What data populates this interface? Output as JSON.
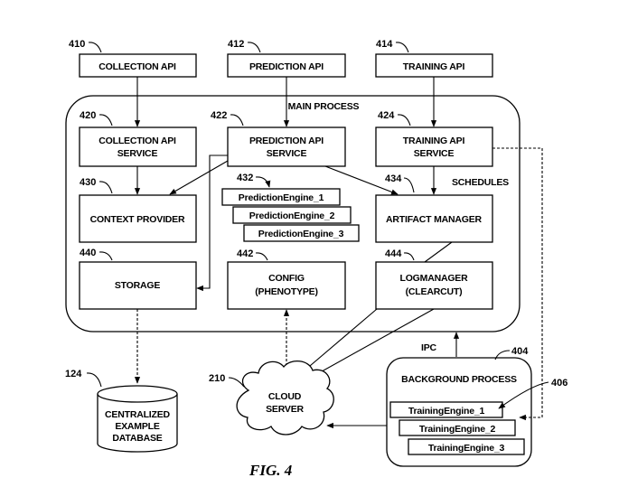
{
  "figure_label": "FIG. 4",
  "main_process": {
    "label": "MAIN PROCESS"
  },
  "background_process": {
    "label": "BACKGROUND PROCESS",
    "ref": "404"
  },
  "apis": {
    "collection": {
      "label": "COLLECTION API",
      "ref": "410"
    },
    "prediction": {
      "label": "PREDICTION API",
      "ref": "412"
    },
    "training": {
      "label": "TRAINING API",
      "ref": "414"
    }
  },
  "services": {
    "collection": {
      "line1": "COLLECTION API",
      "line2": "SERVICE",
      "ref": "420"
    },
    "prediction": {
      "line1": "PREDICTION API",
      "line2": "SERVICE",
      "ref": "422"
    },
    "training": {
      "line1": "TRAINING API",
      "line2": "SERVICE",
      "ref": "424"
    }
  },
  "context_provider": {
    "label": "CONTEXT PROVIDER",
    "ref": "430"
  },
  "prediction_engines": {
    "ref": "432",
    "items": [
      "PredictionEngine_1",
      "PredictionEngine_2",
      "PredictionEngine_3"
    ]
  },
  "artifact_manager": {
    "label": "ARTIFACT MANAGER",
    "ref": "434"
  },
  "schedules_label": "SCHEDULES",
  "storage": {
    "label": "STORAGE",
    "ref": "440"
  },
  "config": {
    "line1": "CONFIG",
    "line2": "(PHENOTYPE)",
    "ref": "442"
  },
  "logmanager": {
    "line1": "LOGMANAGER",
    "line2": "(CLEARCUT)",
    "ref": "444"
  },
  "ipc_label": "IPC",
  "cloud_server": {
    "line1": "CLOUD",
    "line2": "SERVER",
    "ref": "210"
  },
  "database": {
    "line1": "CENTRALIZED",
    "line2": "EXAMPLE",
    "line3": "DATABASE",
    "ref": "124"
  },
  "training_engines": {
    "ref": "406",
    "items": [
      "TrainingEngine_1",
      "TrainingEngine_2",
      "TrainingEngine_3"
    ]
  }
}
